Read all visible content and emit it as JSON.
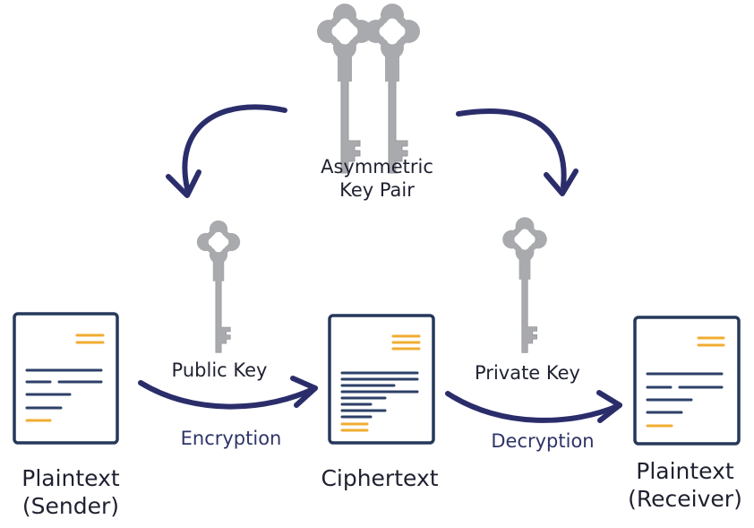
{
  "key_pair": {
    "line1": "Asymmetric",
    "line2": "Key Pair"
  },
  "public_key": "Public Key",
  "private_key": "Private Key",
  "encryption": "Encryption",
  "decryption": "Decryption",
  "plaintext_sender": {
    "line1": "Plaintext",
    "line2": "(Sender)"
  },
  "ciphertext": "Ciphertext",
  "plaintext_receiver": {
    "line1": "Plaintext",
    "line2": "(Receiver)"
  },
  "colors": {
    "arrow": "#2b2d6b",
    "doc_border": "#26385a",
    "doc_lines": "#2d4068",
    "accent": "#f0ad32",
    "key": "#a9aaad"
  }
}
